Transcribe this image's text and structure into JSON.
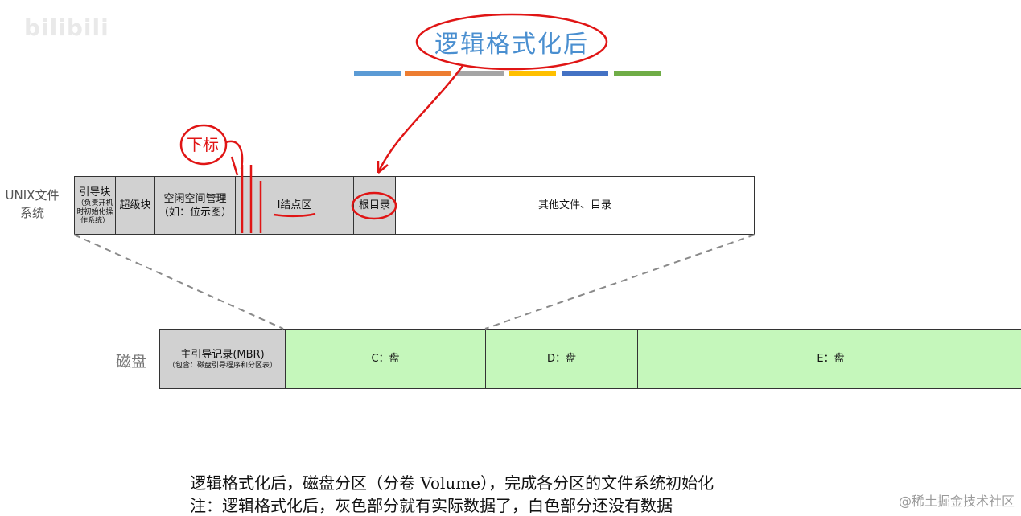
{
  "title": "逻辑格式化后",
  "color_bars": [
    "#5b9bd5",
    "#ed7d31",
    "#a5a5a5",
    "#ffc000",
    "#4472c4",
    "#70ad47"
  ],
  "annotation_handwritten": "下标",
  "fs_label": "UNIX文件系统",
  "fs_blocks": {
    "boot": "引导块",
    "boot_note": "（负责开机时初始化操作系统）",
    "superblock": "超级块",
    "freespace": "空闲空间管理",
    "freespace_note": "（如：位示图）",
    "inode": "I结点区",
    "rootdir": "根目录",
    "other": "其他文件、目录"
  },
  "disk_label": "磁盘",
  "disk_blocks": {
    "mbr": "主引导记录(MBR)",
    "mbr_note": "（包含：磁盘引导程序和分区表）",
    "c": "C：盘",
    "d": "D：盘",
    "e": "E：盘"
  },
  "notes": [
    "逻辑格式化后，磁盘分区（分卷 Volume），完成各分区的文件系统初始化",
    "注：逻辑格式化后，灰色部分就有实际数据了，白色部分还没有数据"
  ],
  "watermark": "@稀土掘金技术社区"
}
